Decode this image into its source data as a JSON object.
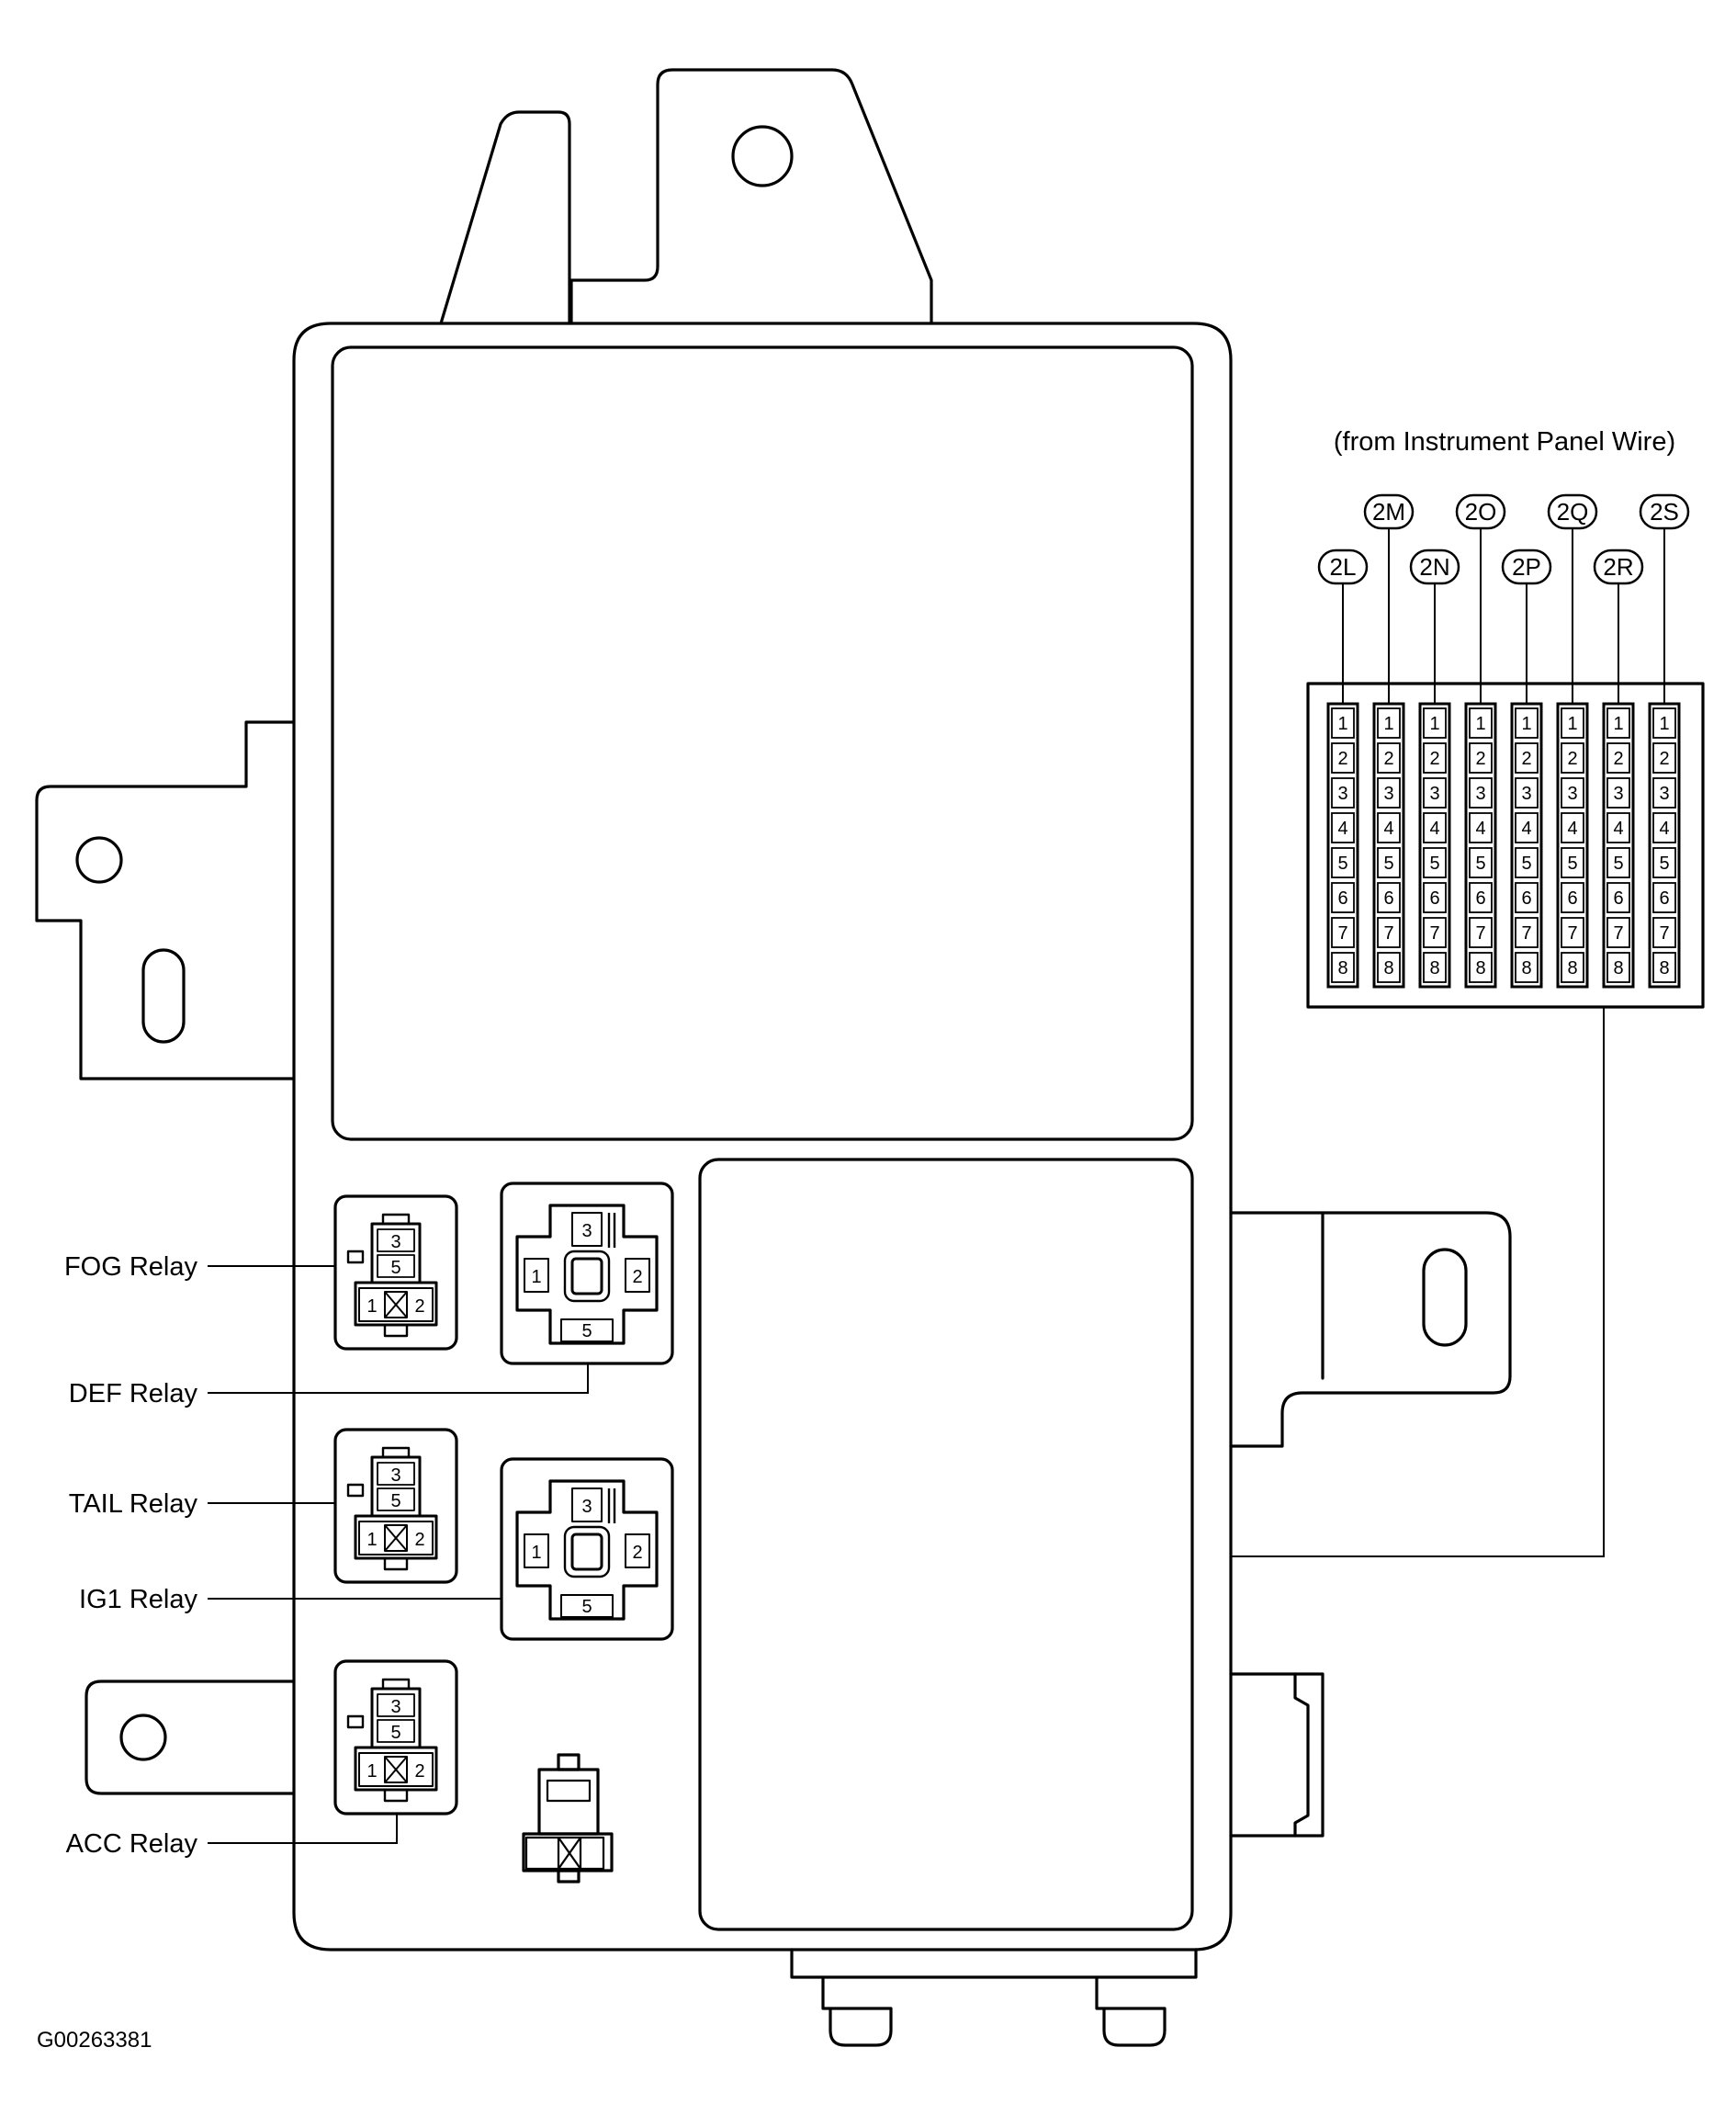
{
  "header_note": "(from Instrument Panel Wire)",
  "figure_id": "G00263381",
  "connectors": [
    {
      "id": "2L",
      "pins": [
        "1",
        "2",
        "3",
        "4",
        "5",
        "6",
        "7",
        "8"
      ]
    },
    {
      "id": "2M",
      "pins": [
        "1",
        "2",
        "3",
        "4",
        "5",
        "6",
        "7",
        "8"
      ]
    },
    {
      "id": "2N",
      "pins": [
        "1",
        "2",
        "3",
        "4",
        "5",
        "6",
        "7",
        "8"
      ]
    },
    {
      "id": "2O",
      "pins": [
        "1",
        "2",
        "3",
        "4",
        "5",
        "6",
        "7",
        "8"
      ]
    },
    {
      "id": "2P",
      "pins": [
        "1",
        "2",
        "3",
        "4",
        "5",
        "6",
        "7",
        "8"
      ]
    },
    {
      "id": "2Q",
      "pins": [
        "1",
        "2",
        "3",
        "4",
        "5",
        "6",
        "7",
        "8"
      ]
    },
    {
      "id": "2R",
      "pins": [
        "1",
        "2",
        "3",
        "4",
        "5",
        "6",
        "7",
        "8"
      ]
    },
    {
      "id": "2S",
      "pins": [
        "1",
        "2",
        "3",
        "4",
        "5",
        "6",
        "7",
        "8"
      ]
    }
  ],
  "relays": [
    {
      "key": "fog",
      "label": "FOG Relay",
      "style": "mini",
      "pins": [
        "3",
        "5",
        "1",
        "2"
      ]
    },
    {
      "key": "def",
      "label": "DEF Relay",
      "style": "cross",
      "pins": [
        "3",
        "1",
        "2",
        "5"
      ]
    },
    {
      "key": "tail",
      "label": "TAIL Relay",
      "style": "mini",
      "pins": [
        "3",
        "5",
        "1",
        "2"
      ]
    },
    {
      "key": "ig1",
      "label": "IG1 Relay",
      "style": "cross",
      "pins": [
        "3",
        "1",
        "2",
        "5"
      ]
    },
    {
      "key": "acc",
      "label": "ACC Relay",
      "style": "mini",
      "pins": [
        "3",
        "5",
        "1",
        "2"
      ]
    }
  ]
}
